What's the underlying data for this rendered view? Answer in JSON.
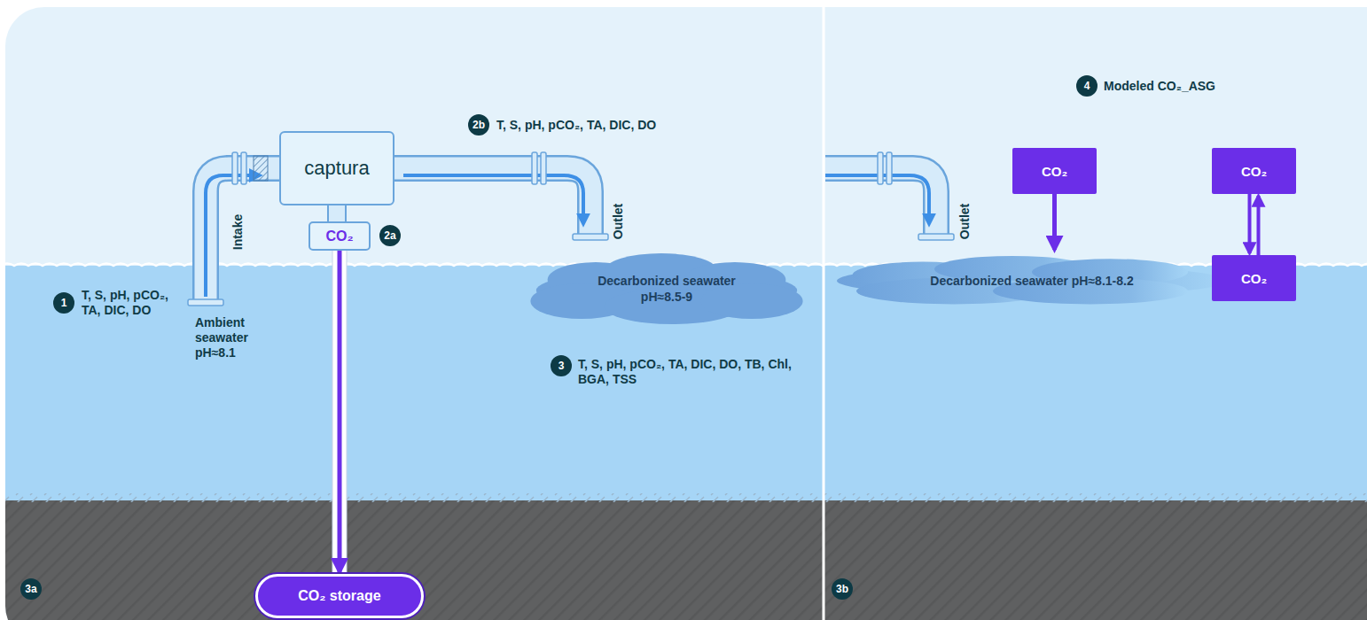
{
  "diagram": {
    "nodes": [
      {
        "text": [
          "captura"
        ]
      },
      {
        "text": [
          "CO₂"
        ]
      },
      {
        "text": [
          "Decarbonized seawater pH≈8.5-9"
        ]
      },
      {
        "text": [
          "CO₂ storage"
        ]
      },
      {
        "text": [
          "CO₂"
        ]
      },
      {
        "text": [
          "CO₂"
        ]
      },
      {
        "text": [
          "Decarbonized seawater pH≈8.1-8.2"
        ]
      },
      {
        "text": [
          "CO₂"
        ]
      }
    ],
    "edges": [
      {
        "from": 0,
        "to": 1,
        "arrow": "none"
      },
      {
        "from": 1,
        "to": 3,
        "arrow": "to"
      },
      {
        "from": 4,
        "to": 6,
        "arrow": "to"
      },
      {
        "from": 5,
        "to": 7,
        "arrow": "both"
      }
    ],
    "labels": [
      "1",
      "T, S, pH, pCO₂, TA, DIC, DO",
      "Intake",
      "Ambient seawater pH≈8.1",
      "2a",
      "2b",
      "T, S, pH, pCO₂, TA, DIC, DO",
      "Outlet",
      "3",
      "T, S, pH, pCO₂, TA, DIC, DO, TB, Chl, BGA, TSS",
      "3a",
      "Outlet",
      "3b",
      "4",
      "Modeled CO₂_ASG"
    ]
  }
}
